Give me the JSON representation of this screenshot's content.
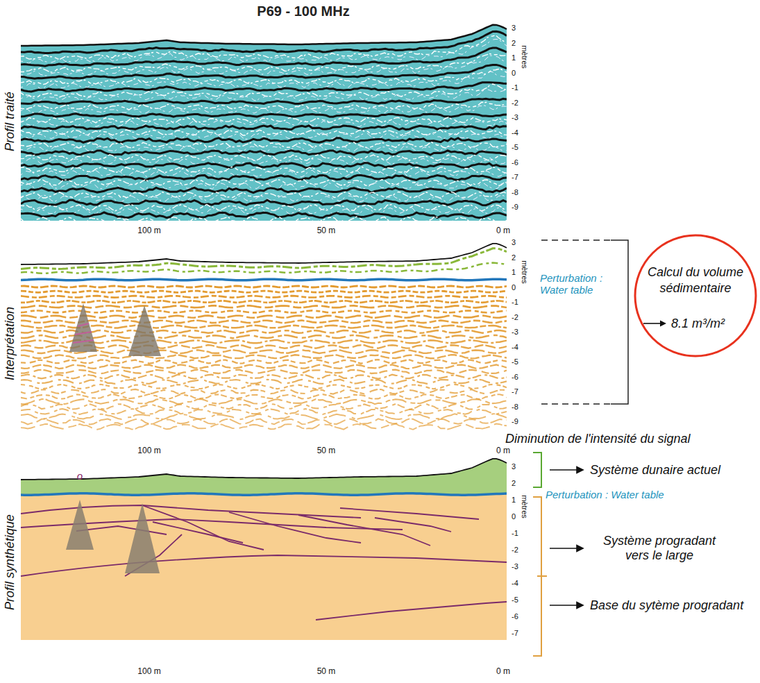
{
  "diagram": {
    "title": "P69 - 100 MHz",
    "nodes": [
      {
        "text": [
          "Calcul du volume sédimentaire",
          "8.1 m³/m²"
        ]
      }
    ],
    "labels": [
      "Profil traité",
      "3",
      "2",
      "1",
      "0",
      "-1",
      "-2",
      "-3",
      "-4",
      "-5",
      "-6",
      "-7",
      "-8",
      "-9",
      "mètres",
      "100 m",
      "50 m",
      "0 m",
      "Interprétation",
      "3",
      "2",
      "1",
      "0",
      "-1",
      "-2",
      "-3",
      "-4",
      "-5",
      "-6",
      "-7",
      "-8",
      "-9",
      "mètres",
      "Perturbation : Water table",
      "Diminution de l'intensité du signal",
      "100 m",
      "50 m",
      "0 m",
      "Profil synthétique",
      "o",
      "3",
      "2",
      "1",
      "0",
      "-1",
      "-2",
      "-3",
      "-4",
      "-5",
      "-6",
      "-7",
      "mètres",
      "Système dunaire actuel",
      "Perturbation : Water table",
      "Système progradant vers le large",
      "Base du sytème progradant",
      "100 m",
      "50 m",
      "0 m"
    ]
  }
}
